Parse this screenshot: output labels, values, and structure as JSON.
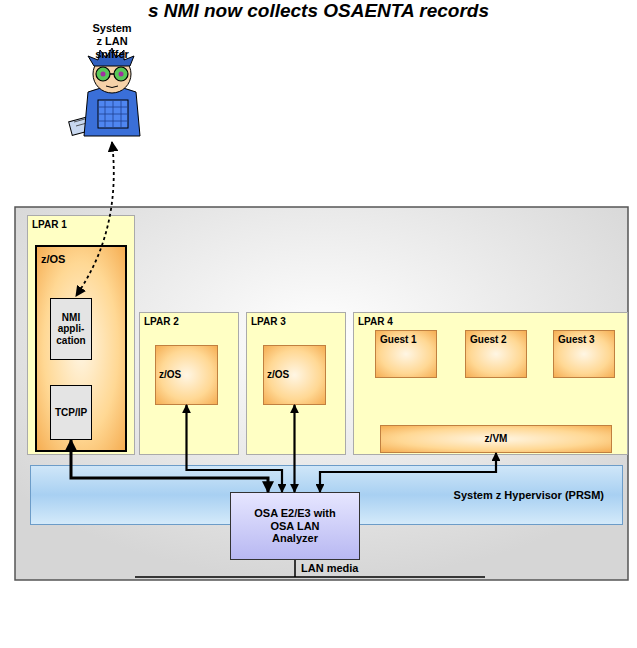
{
  "diagram": {
    "title": "s NMI now collects OSAENTA records",
    "nodes": [
      {
        "text": [
          "LPAR 1"
        ]
      },
      {
        "text": [
          "z/OS"
        ],
        "in": 0
      },
      {
        "text": [
          "NMI appli- cation"
        ],
        "in": 1
      },
      {
        "text": [
          "TCP/IP"
        ],
        "in": 1
      },
      {
        "text": [
          "LPAR 2"
        ]
      },
      {
        "text": [
          "z/OS"
        ],
        "in": 4
      },
      {
        "text": [
          "LPAR 3"
        ]
      },
      {
        "text": [
          "z/OS"
        ],
        "in": 6
      },
      {
        "text": [
          "LPAR 4"
        ]
      },
      {
        "text": [
          "Guest 1"
        ],
        "in": 8
      },
      {
        "text": [
          "Guest 2"
        ],
        "in": 8
      },
      {
        "text": [
          "Guest 3"
        ],
        "in": 8
      },
      {
        "text": [
          "z/VM"
        ],
        "in": 8
      },
      {
        "text": [
          "System z Hypervisor (PRSM)"
        ]
      },
      {
        "text": [
          "OSA E2/E3 with OSA LAN Analyzer"
        ]
      }
    ],
    "edges": [
      {
        "from": 3,
        "to": 14,
        "arrow": "both"
      },
      {
        "from": 5,
        "to": 14,
        "arrow": "both"
      },
      {
        "from": 7,
        "to": 14,
        "arrow": "both"
      },
      {
        "from": 12,
        "to": 14,
        "arrow": "both"
      }
    ],
    "labels": [
      "System z LAN sniffer",
      "LAN media"
    ]
  }
}
